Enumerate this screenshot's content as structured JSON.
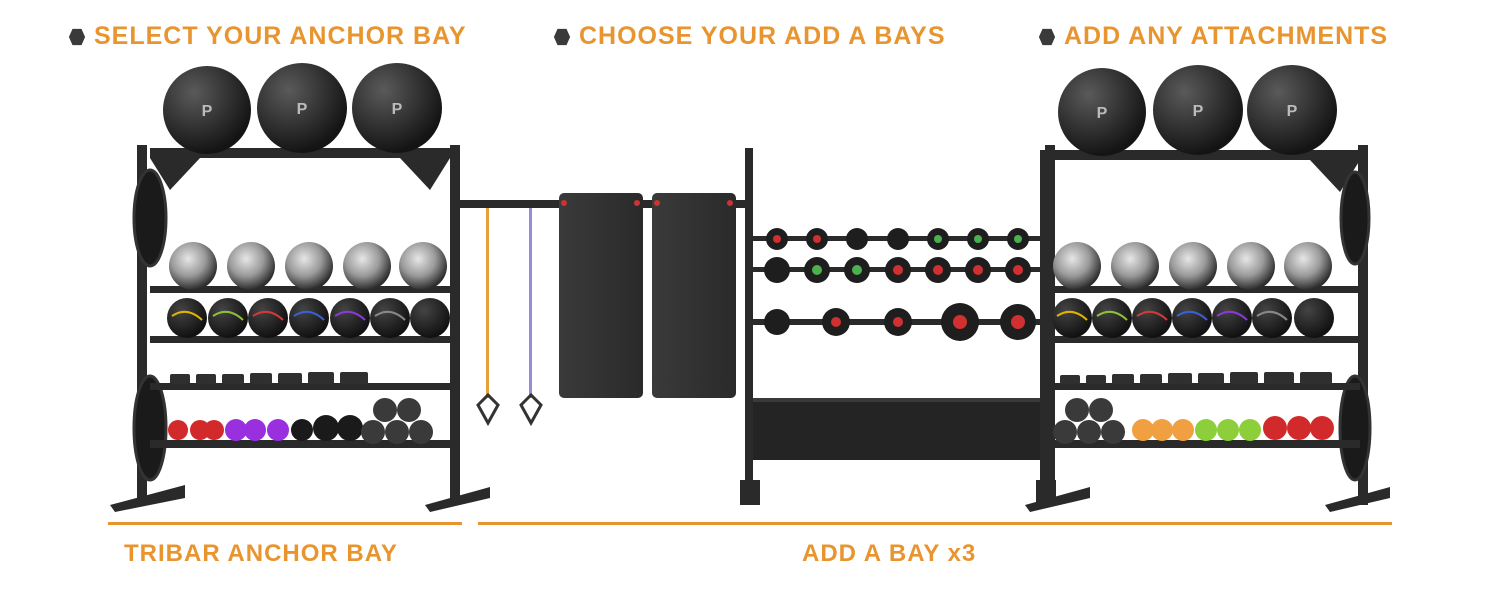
{
  "headings": {
    "step1": "SELECT YOUR ANCHOR BAY",
    "step2": "CHOOSE YOUR ADD A BAYS",
    "step3": "ADD ANY ATTACHMENTS"
  },
  "footer": {
    "anchor_label": "TRIBAR ANCHOR BAY",
    "addbay_label": "ADD A BAY x3"
  },
  "colors": {
    "accent": "#e8952f",
    "hex_bullet": "#3a3a3a",
    "rack": "#2a2a2a"
  },
  "icons": {
    "bullet": "hexagon-icon",
    "brand_logo_on_balls": "P"
  }
}
